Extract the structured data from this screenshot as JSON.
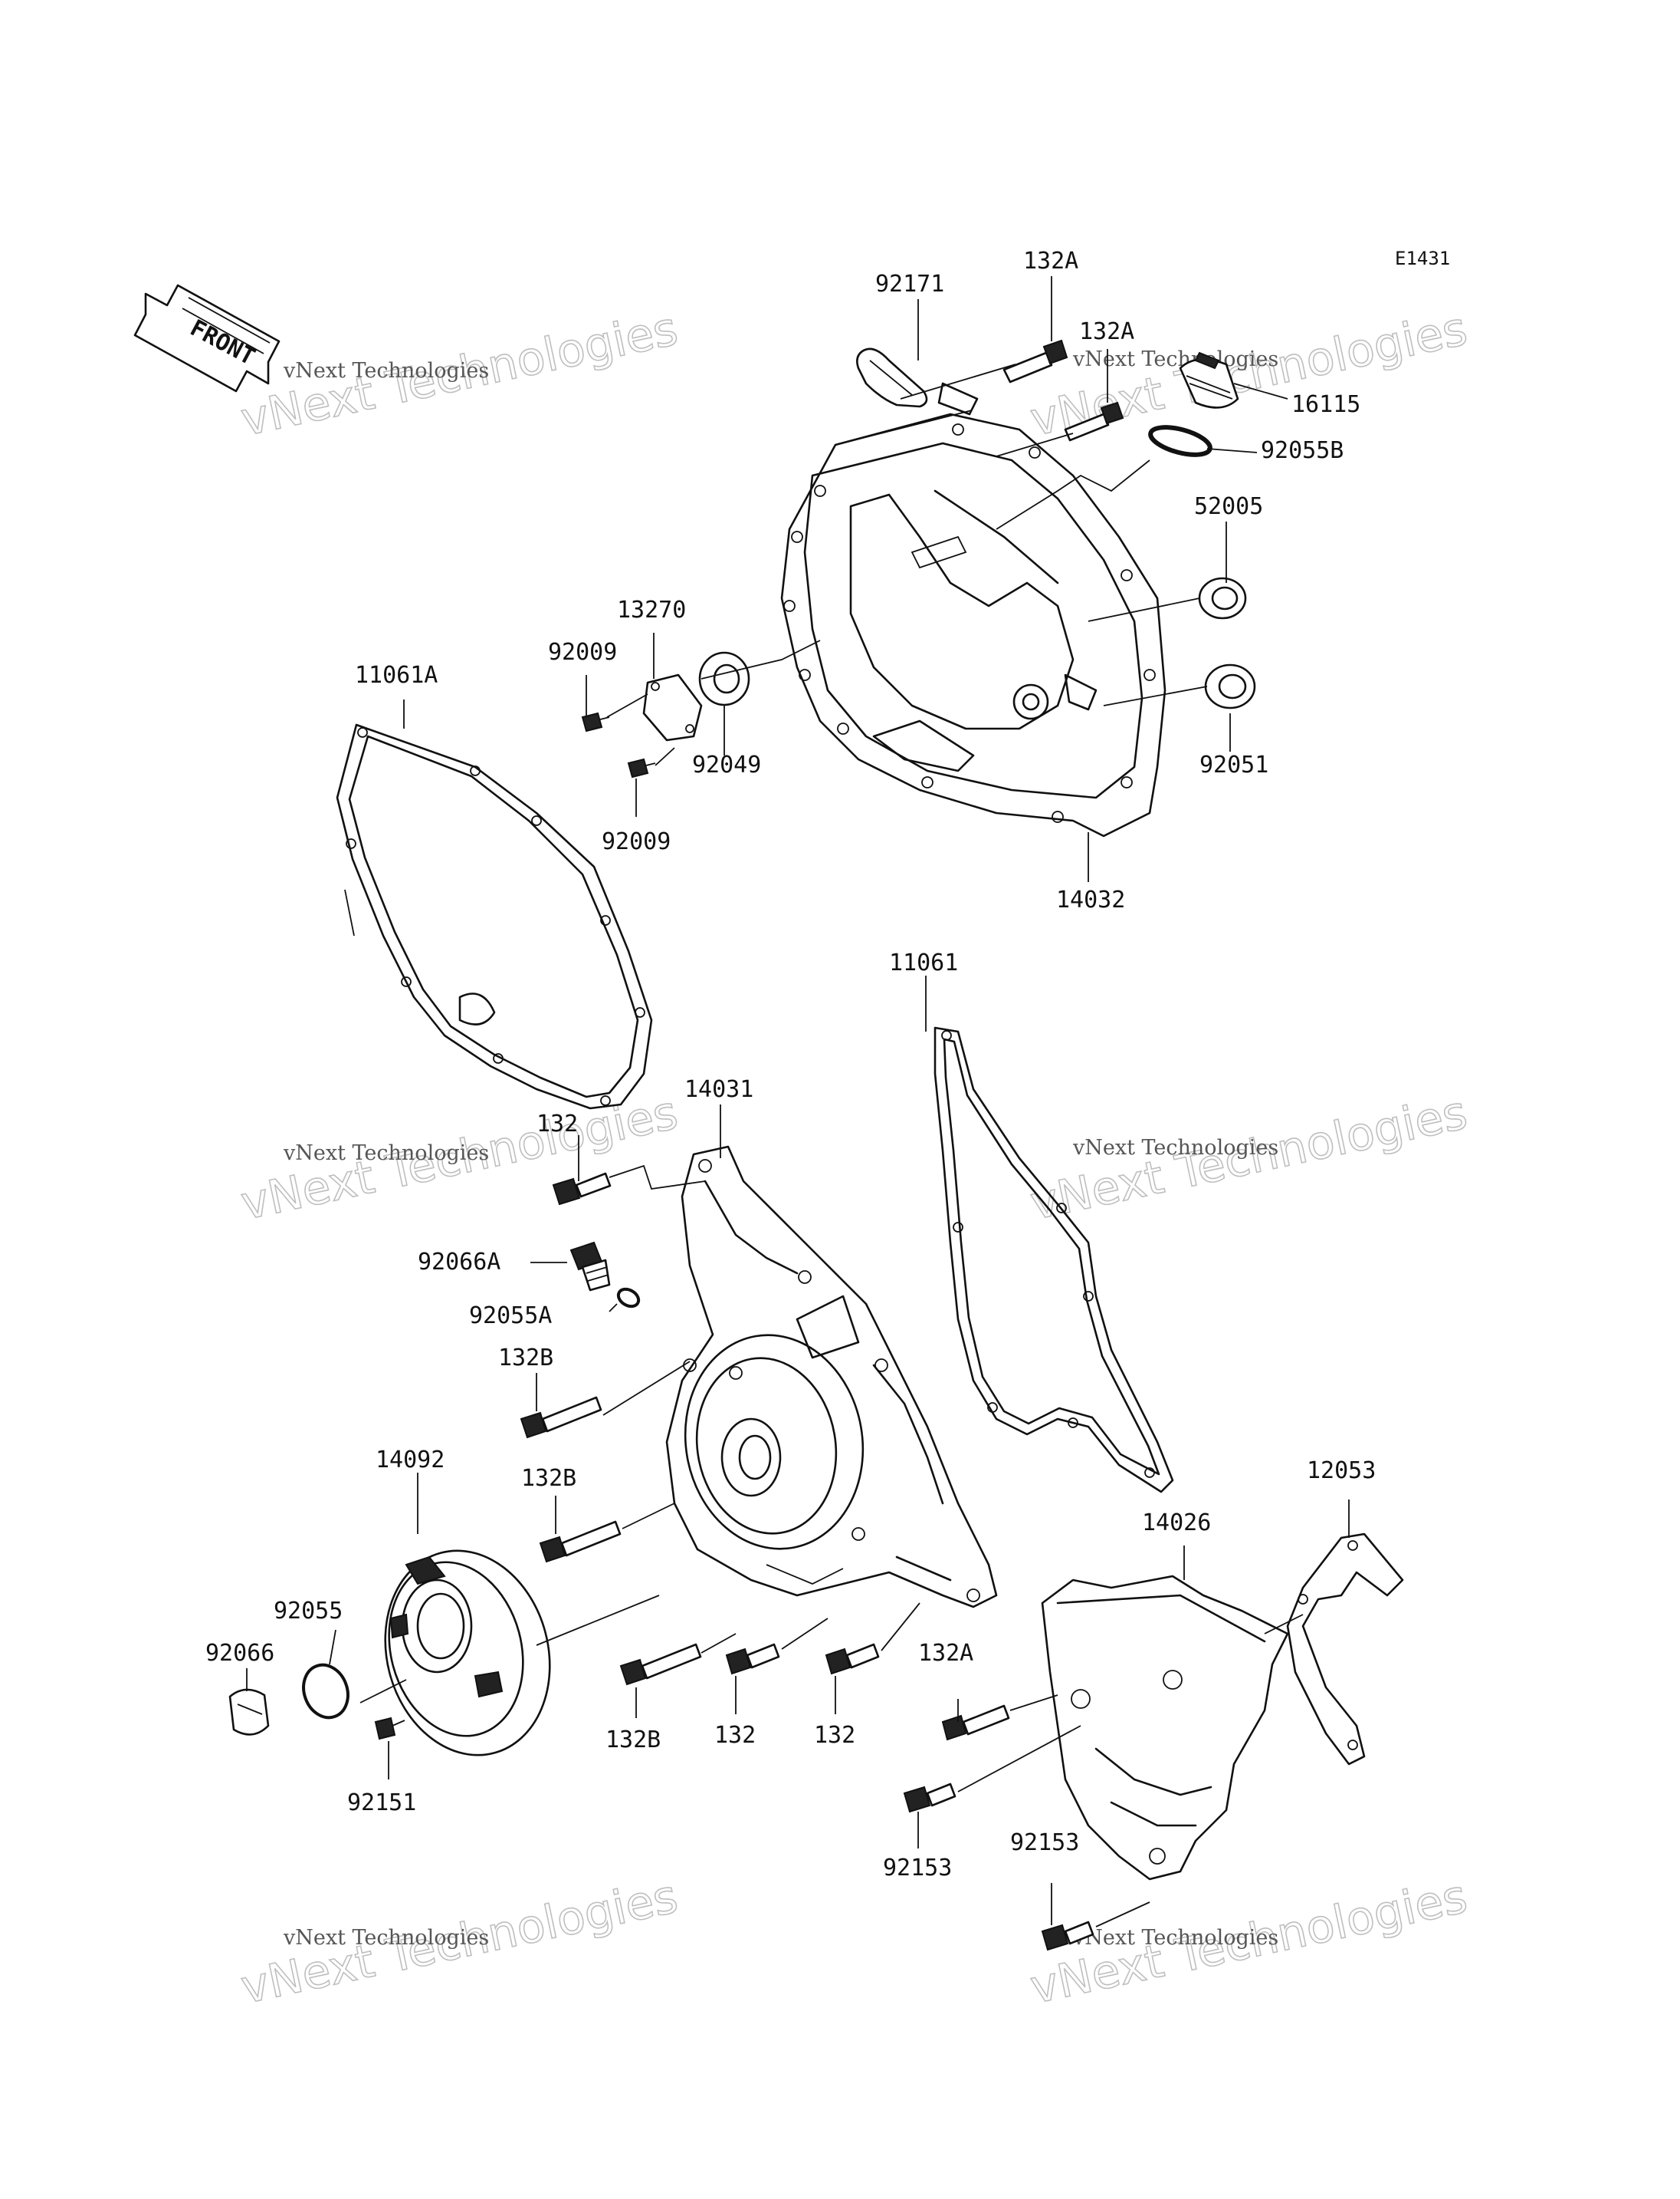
{
  "diagram_code": "E1431",
  "front_arrow_label": "FRONT",
  "watermark": {
    "small": "vNext Technologies",
    "large": "vNext Technologies"
  },
  "parts": {
    "p92171": "92171",
    "p132A_top": "132A",
    "p132A_mid": "132A",
    "p16115": "16115",
    "p92055B": "92055B",
    "p52005": "52005",
    "p13270": "13270",
    "p92009_a": "92009",
    "p92009_b": "92009",
    "p11061A": "11061A",
    "p92049": "92049",
    "p92051": "92051",
    "p14032": "14032",
    "p11061": "11061",
    "p14031": "14031",
    "p132_top": "132",
    "p92066A": "92066A",
    "p92055A": "92055A",
    "p132B_a": "132B",
    "p132B_b": "132B",
    "p14092": "14092",
    "p92055": "92055",
    "p92066": "92066",
    "p92151": "92151",
    "p132B_c": "132B",
    "p132_b": "132",
    "p132_c": "132",
    "p132A_low": "132A",
    "p92153_a": "92153",
    "p92153_b": "92153",
    "p14026": "14026",
    "p12053": "12053"
  }
}
